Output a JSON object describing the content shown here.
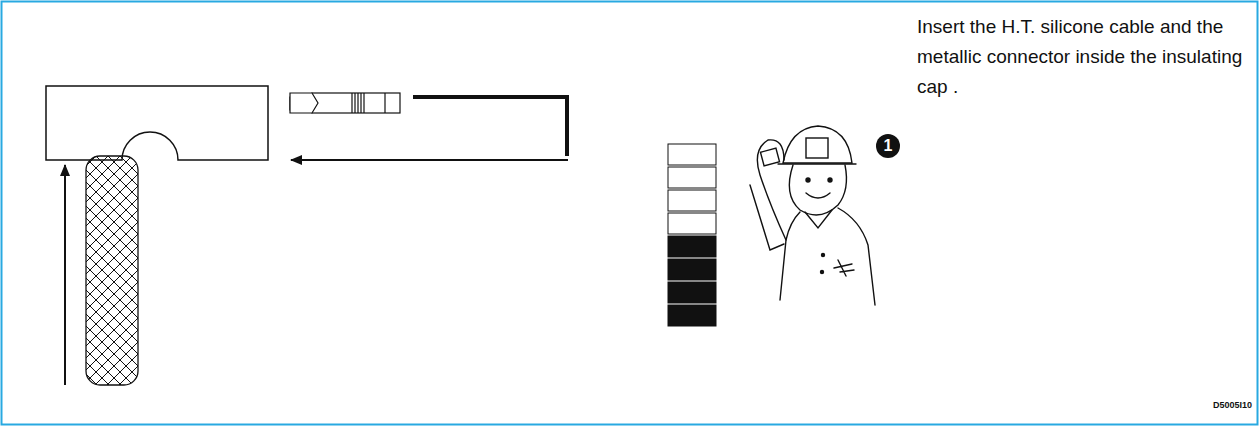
{
  "diagram": {
    "labels": [
      "1",
      "Insert the H.T. silicone cable and the metallic connector inside the insulating cap .",
      "D5005I10"
    ]
  }
}
